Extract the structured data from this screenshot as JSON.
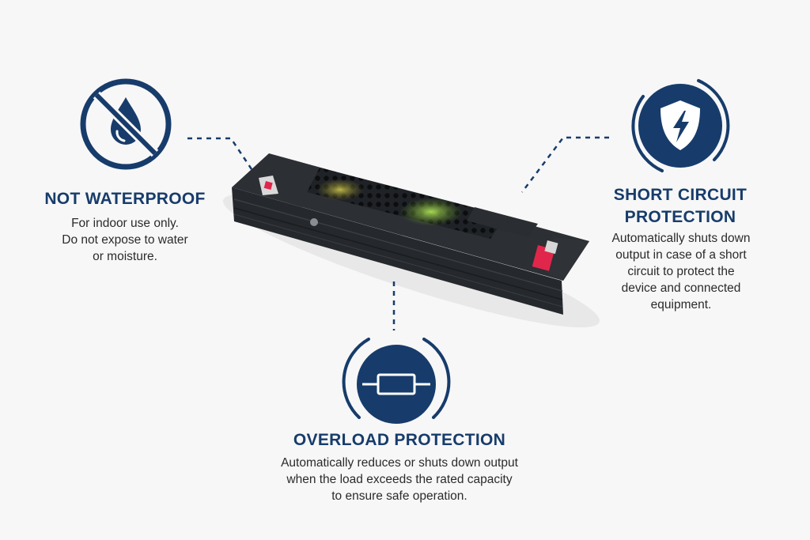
{
  "colors": {
    "navy": "#173c6b",
    "background": "#f7f7f7",
    "device_body": "#2a2d31",
    "led_yellow": "#d9d040",
    "led_green": "#8fce3c",
    "connector_red": "#e0264a"
  },
  "features": {
    "waterproof": {
      "icon": "no-water-drop-icon",
      "title": "NOT WATERPROOF",
      "desc": [
        "For indoor use only.",
        "Do not expose to water",
        "or moisture."
      ]
    },
    "short_circuit": {
      "icon": "shield-lightning-icon",
      "title": [
        "SHORT CIRCUIT",
        "PROTECTION"
      ],
      "desc": [
        "Automatically shuts down",
        "output in case of a short",
        "circuit to protect the",
        "device and connected",
        "equipment."
      ]
    },
    "overload": {
      "icon": "fuse-icon",
      "title": "OVERLOAD PROTECTION",
      "desc": [
        "Automatically reduces or shuts down output",
        "when the load exceeds the rated capacity",
        "to ensure safe operation."
      ]
    }
  }
}
